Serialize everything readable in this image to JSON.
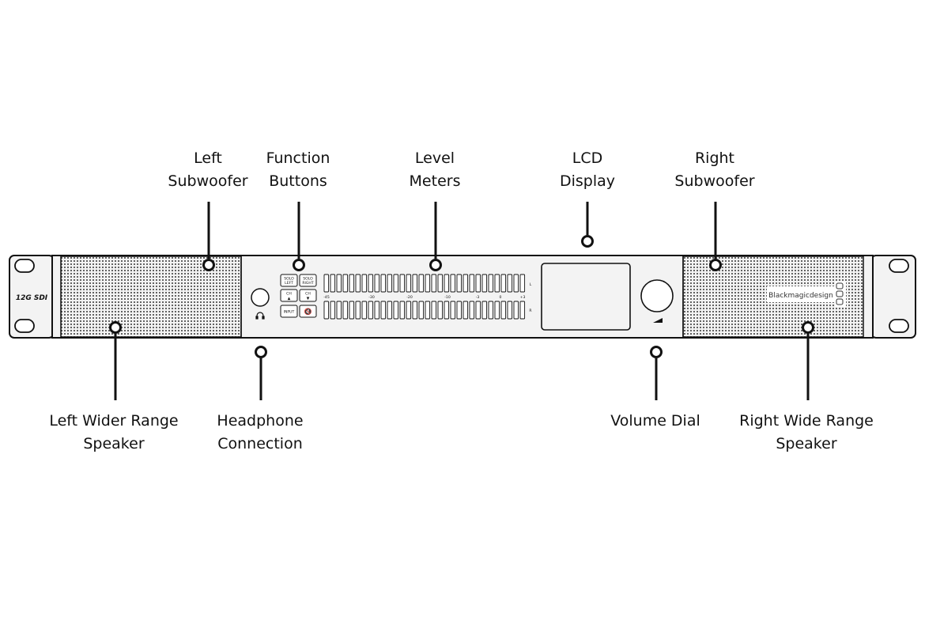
{
  "callouts": {
    "left_subwoofer": [
      "Left",
      "Subwoofer"
    ],
    "function_buttons": [
      "Function",
      "Buttons"
    ],
    "level_meters": [
      "Level",
      "Meters"
    ],
    "lcd_display": [
      "LCD",
      "Display"
    ],
    "right_subwoofer": [
      "Right",
      "Subwoofer"
    ],
    "left_wide_range": [
      "Left Wider Range",
      "Speaker"
    ],
    "headphone": [
      "Headphone",
      "Connection"
    ],
    "volume_dial": [
      "Volume Dial"
    ],
    "right_wide_range": [
      "Right Wide Range",
      "Speaker"
    ]
  },
  "device": {
    "badge": "12G SDI",
    "brand": "Blackmagicdesign",
    "buttons": {
      "solo_left": [
        "SOLO",
        "LEFT"
      ],
      "solo_right": [
        "SOLO",
        "RIGHT"
      ],
      "ch_up": [
        "CH",
        "▲"
      ],
      "ch_down": [
        "CH",
        "▼"
      ],
      "input": "INPUT",
      "mute": "🔇"
    },
    "meter_scale": [
      "-45",
      "-30",
      "-20",
      "-10",
      "-3",
      "0",
      "+3"
    ],
    "meter_channels": [
      "L",
      "R"
    ]
  },
  "colors": {
    "outline": "#111111",
    "panel": "#f3f3f3",
    "grille_dot": "#3a3a3a"
  }
}
